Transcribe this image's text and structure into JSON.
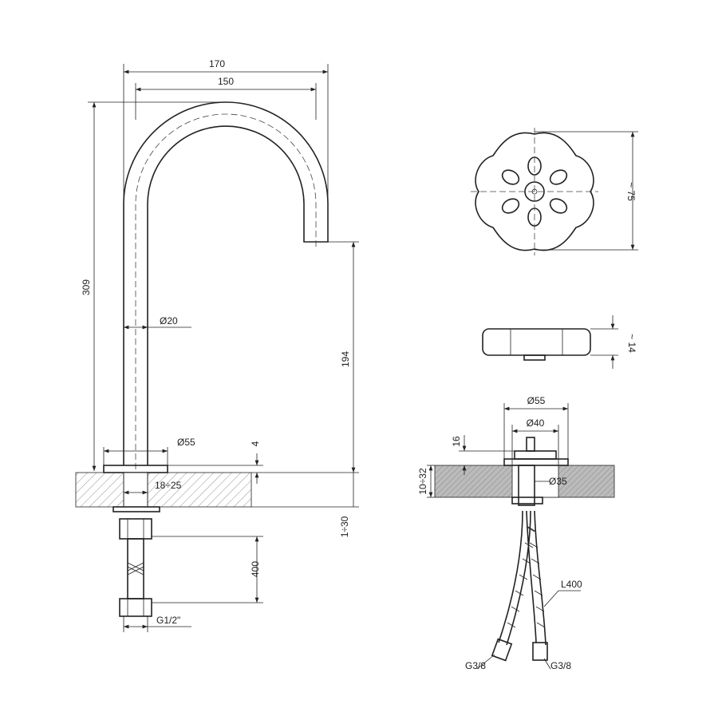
{
  "drawing": {
    "faucet_side": {
      "width_overall": "170",
      "width_axis": "150",
      "height_total": "309",
      "tube_diameter": "Ø20",
      "spout_height": "194",
      "base_diameter": "Ø55",
      "base_thickness": "4",
      "hole_range": "18÷25",
      "counter_thickness": "1÷30",
      "hose_length": "400",
      "thread": "G1/2\""
    },
    "handle_top": {
      "diameter": "~ 75"
    },
    "handle_side": {
      "height": "~ 14"
    },
    "install": {
      "outer_diameter": "Ø55",
      "inner_diameter": "Ø40",
      "height": "16",
      "counter_range": "10÷32",
      "hole_diameter": "Ø35",
      "hose_length": "L400",
      "thread_left": "G3/8",
      "thread_right": "G3/8"
    }
  }
}
